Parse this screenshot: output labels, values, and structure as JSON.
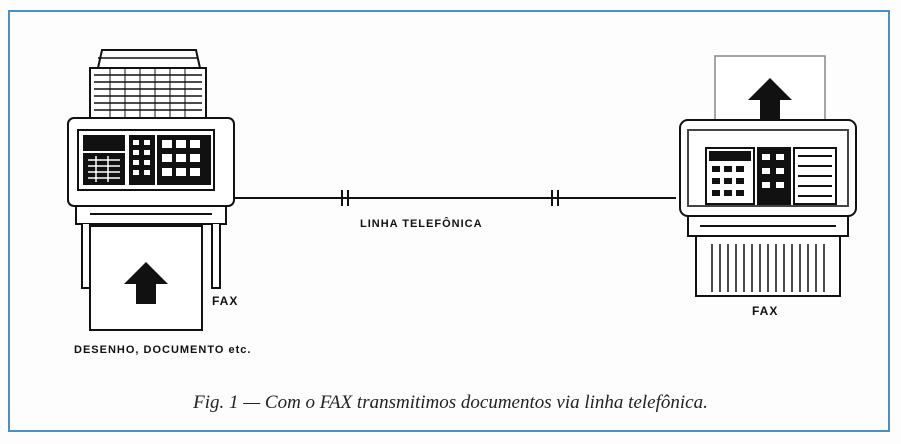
{
  "diagram": {
    "line_label": "LINHA TELEFÔNICA",
    "left_fax_label": "FAX",
    "right_fax_label": "FAX",
    "document_label": "DESENHO, DOCUMENTO etc.",
    "caption": "Fig. 1 — Com o FAX transmitimos documentos via linha telefônica."
  },
  "colors": {
    "frame": "#4a90c6",
    "ink": "#111111",
    "paper": "#ffffff"
  }
}
